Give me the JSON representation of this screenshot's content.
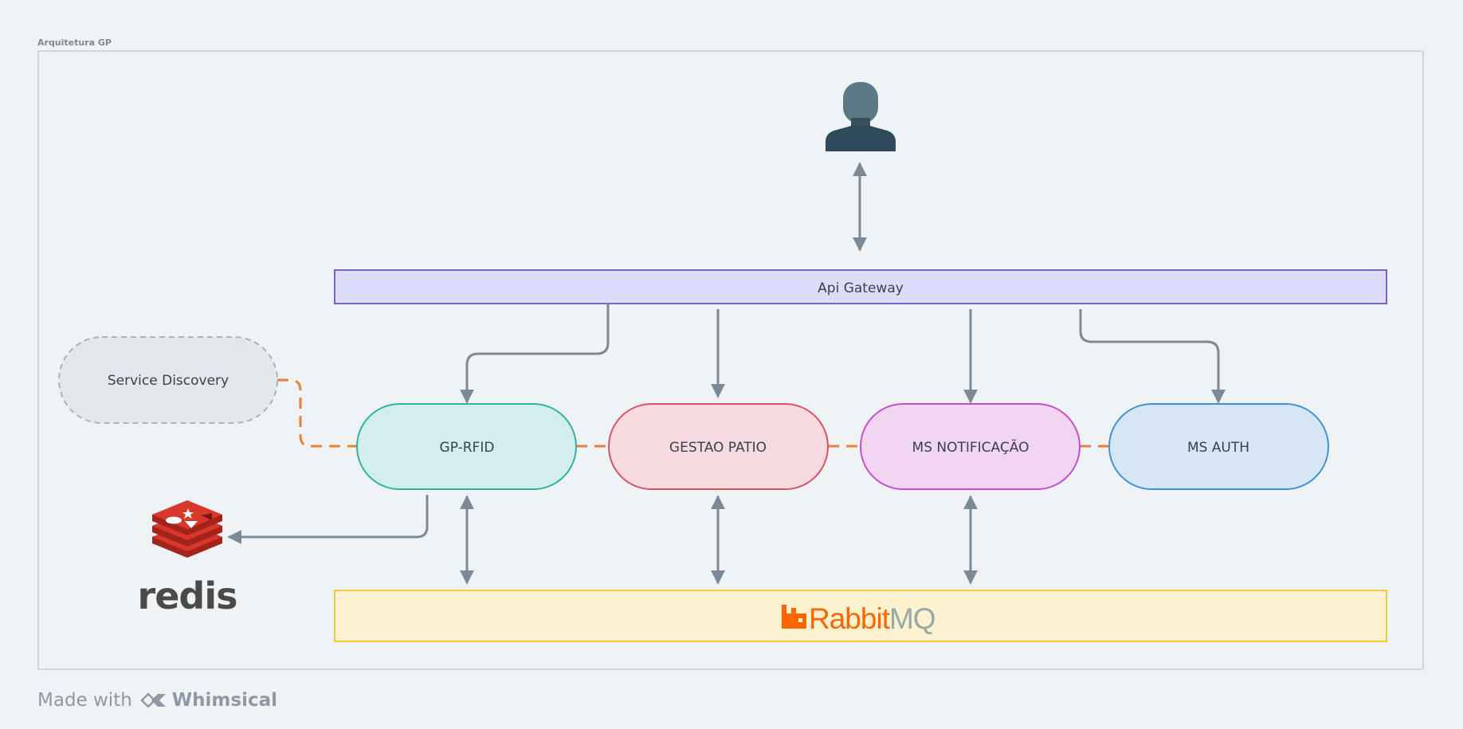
{
  "frame": {
    "title": "Arquitetura GP"
  },
  "nodes": {
    "api_gateway": "Api Gateway",
    "service_discovery": "Service Discovery",
    "gp_rfid": "GP-RFID",
    "gestao_patio": "GESTAO PATIO",
    "ms_notificacao": "MS NOTIFICAÇÃO",
    "ms_auth": "MS AUTH",
    "rabbitmq": {
      "part1": "Rabbit",
      "part2": "MQ"
    },
    "redis": "redis"
  },
  "icons": {
    "user": "user-icon",
    "redis": "redis-logo",
    "rabbitmq": "rabbitmq-logo",
    "whimsical": "whimsical-logo"
  },
  "colors": {
    "arrow": "#7b8a96",
    "dashed_link": "#e8823a",
    "gateway_fill": "#dedcfb",
    "gateway_stroke": "#7c62e0",
    "rfid_fill": "#d2efed",
    "rfid_stroke": "#2eb3a0",
    "gestao_fill": "#f7dbe0",
    "gestao_stroke": "#d9535f",
    "notif_fill": "#f1d5f3",
    "notif_stroke": "#c54dcd",
    "auth_fill": "#d6e6f6",
    "auth_stroke": "#3d92d6",
    "rabbit_fill": "#fdf2d0",
    "rabbit_stroke": "#f3c93e",
    "rabbit_orange": "#ff6600",
    "redis_red": "#d8372c"
  },
  "footer": {
    "prefix": "Made with",
    "brand": "Whimsical"
  }
}
